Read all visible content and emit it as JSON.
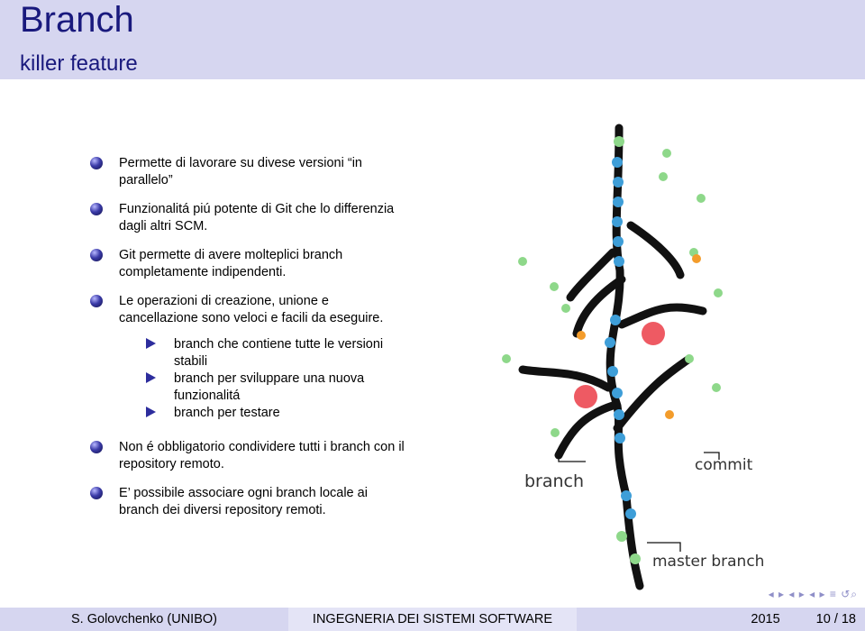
{
  "slide": {
    "title": "Branch",
    "subtitle": "killer feature",
    "bullets": [
      "Permette di lavorare su divese versioni “in parallelo”",
      "Funzionalitá piú potente di Git che lo differenzia dagli altri SCM.",
      "Git permette di avere molteplici branch completamente indipendenti.",
      "Le operazioni di creazione, unione e cancellazione sono veloci e facili da eseguire."
    ],
    "subbullets": [
      "branch che contiene tutte le versioni stabili",
      "branch per sviluppare una nuova funzionalitá",
      "branch per testare"
    ],
    "bullets_after": [
      "Non é obbligatorio condividere tutti i branch con il repository remoto.",
      "E’ possibile associare ogni branch locale ai branch dei diversi repository remoti."
    ]
  },
  "figure": {
    "label_branch": "branch",
    "label_commit": "commit",
    "label_master": "master branch",
    "colors": {
      "branch_line": "#111111",
      "master_commit": "#3e9ed8",
      "branch_commit": "#8ed88a",
      "large_red": "#ee5a63",
      "orange": "#f39c2b"
    }
  },
  "footer": {
    "author": "S. Golovchenko  (UNIBO)",
    "course": "INGEGNERIA DEI SISTEMI SOFTWARE",
    "year": "2015",
    "page": "10 / 18"
  }
}
